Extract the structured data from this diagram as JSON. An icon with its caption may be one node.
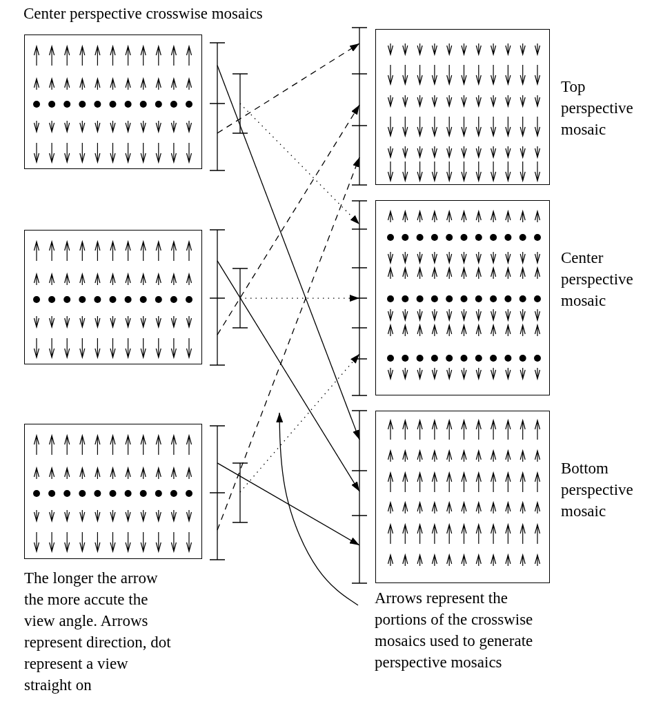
{
  "diagram": {
    "title": "Center perspective crosswise mosaics",
    "nodes": [
      {
        "text": [],
        "shape": "picture"
      },
      {
        "text": [],
        "shape": "picture"
      },
      {
        "text": [],
        "shape": "picture"
      },
      {
        "text": [],
        "shape": "picture",
        "beside": [
          "Top perspective mosaic"
        ]
      },
      {
        "text": [],
        "shape": "picture",
        "beside": [
          "Center perspective mosaic"
        ]
      },
      {
        "text": [],
        "shape": "picture",
        "beside": [
          "Bottom perspective mosaic"
        ]
      },
      {
        "text": [
          "Arrows represent the portions of the crosswise mosaics used to generate perspective mosaics"
        ]
      }
    ],
    "edges": [
      {
        "from": 0,
        "to": 5,
        "arrow": "to"
      },
      {
        "from": 0,
        "to": 3,
        "arrow": "to",
        "style": "dashed"
      },
      {
        "from": 0,
        "to": 4,
        "arrow": "to",
        "style": "dashed"
      },
      {
        "from": 1,
        "to": 5,
        "arrow": "to"
      },
      {
        "from": 1,
        "to": 3,
        "arrow": "to",
        "style": "dashed"
      },
      {
        "from": 1,
        "to": 4,
        "arrow": "to",
        "style": "dashed"
      },
      {
        "from": 2,
        "to": 5,
        "arrow": "to"
      },
      {
        "from": 2,
        "to": 3,
        "arrow": "to",
        "style": "dashed"
      },
      {
        "from": 2,
        "to": 4,
        "arrow": "to",
        "style": "dashed"
      },
      {
        "from": 6,
        "to": null,
        "arrow": "to"
      }
    ],
    "labels": [
      "The longer the arrow the more accute the view angle. Arrows represent direction, dot represent a view straight on"
    ]
  }
}
